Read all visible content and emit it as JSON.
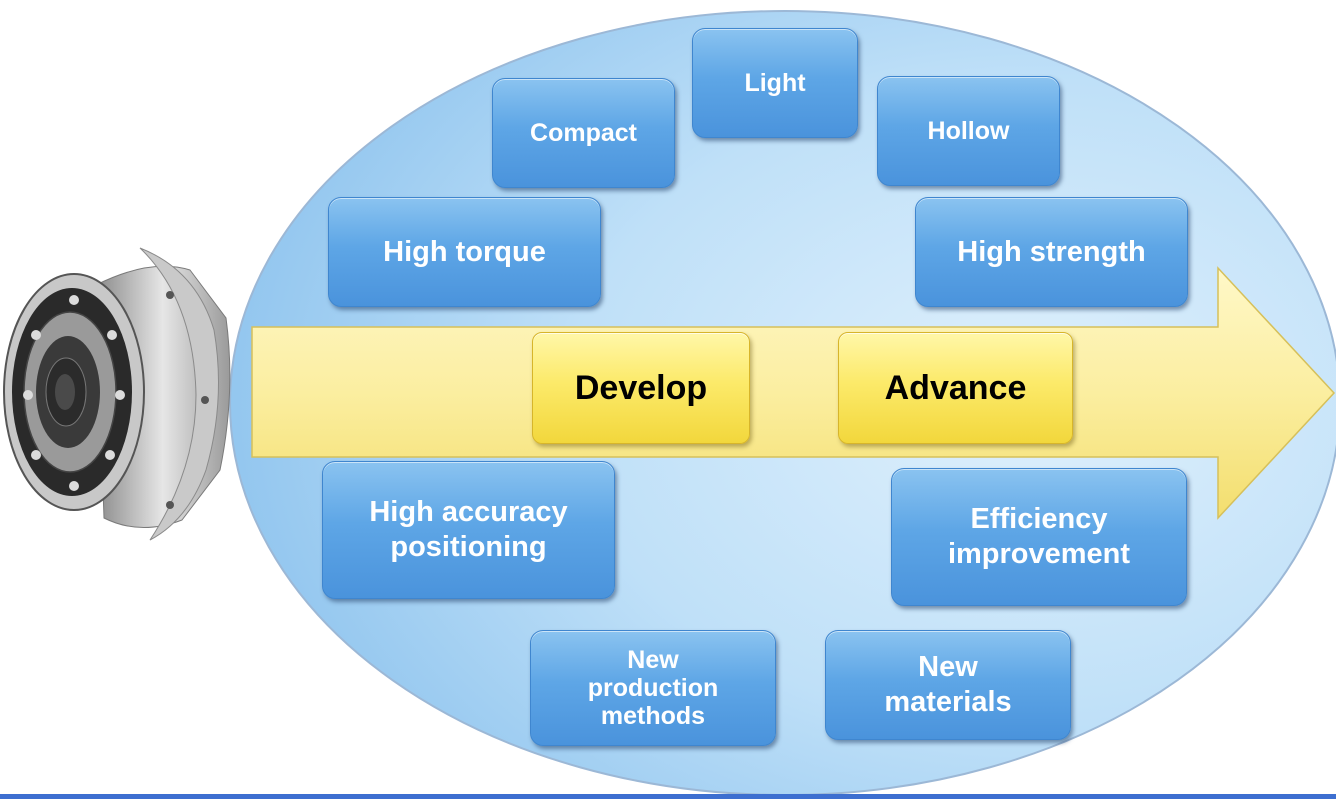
{
  "arrow_labels": {
    "develop": "Develop",
    "advance": "Advance"
  },
  "features": {
    "light": "Light",
    "compact": "Compact",
    "hollow": "Hollow",
    "high_torque": "High torque",
    "high_strength": "High strength",
    "high_accuracy": "High accuracy\npositioning",
    "efficiency": "Efficiency\nimprovement",
    "new_production": "New\nproduction\nmethods",
    "new_materials": "New\nmaterials"
  },
  "colors": {
    "ellipse": "#a9d4f5",
    "feature_box": "#5ea6e6",
    "arrow": "#fbee9c",
    "label_box": "#fcea6a",
    "bottom_bar": "#3d6fd0"
  }
}
